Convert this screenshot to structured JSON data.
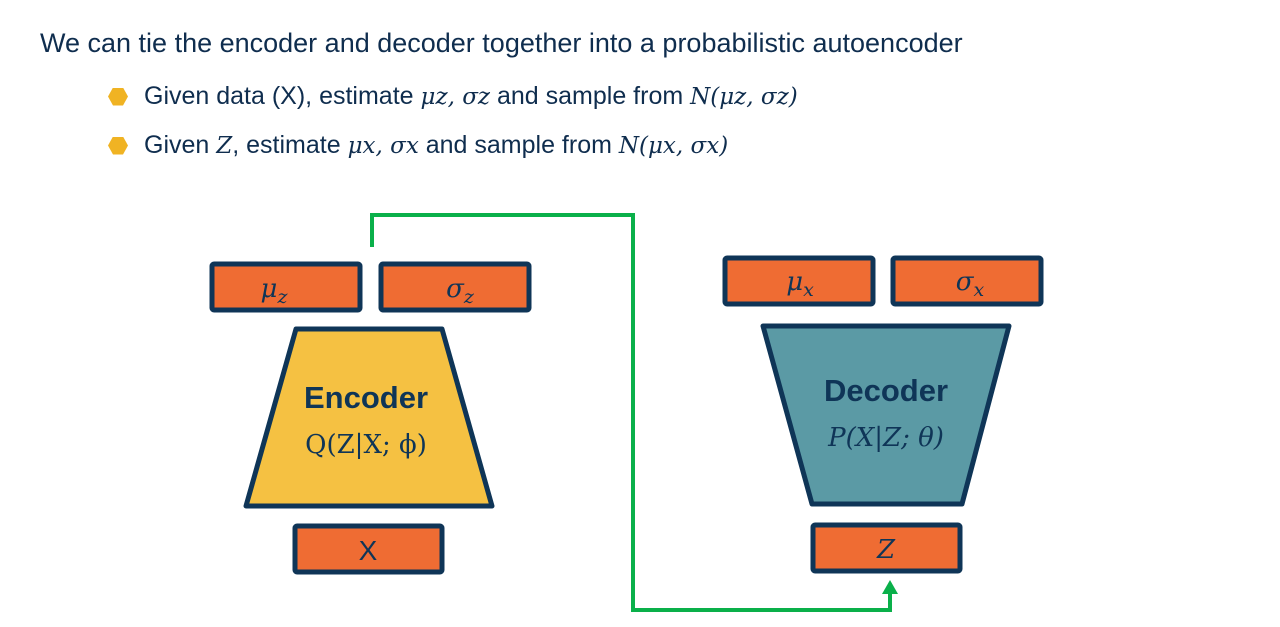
{
  "title": "We can tie the encoder and decoder together into a probabilistic autoencoder",
  "bullets": [
    {
      "pre": "Given data (X), estimate ",
      "math1": "μz, σz",
      "mid": " and sample from ",
      "math2": "N(μz, σz)"
    },
    {
      "pre": "Given ",
      "math0": "Z",
      "pre2": ", estimate ",
      "math1": "μx, σx",
      "mid": " and sample from ",
      "math2": "N(μx, σx)"
    }
  ],
  "encoder": {
    "title": "Encoder",
    "formula": "Q(Z|X; ϕ)",
    "mu": "μ",
    "mu_sub": "z",
    "sigma": "σ",
    "sigma_sub": "z",
    "input": "X"
  },
  "decoder": {
    "title": "Decoder",
    "formula": "P(X|Z; θ)",
    "mu": "μ",
    "mu_sub": "x",
    "sigma": "σ",
    "sigma_sub": "x",
    "input": "Z"
  },
  "colors": {
    "orange": "#ef6c33",
    "navy": "#0f3557",
    "yellow": "#f5c142",
    "teal": "#5b9aa5",
    "green": "#0ab04a",
    "bullet": "#f0b323"
  }
}
